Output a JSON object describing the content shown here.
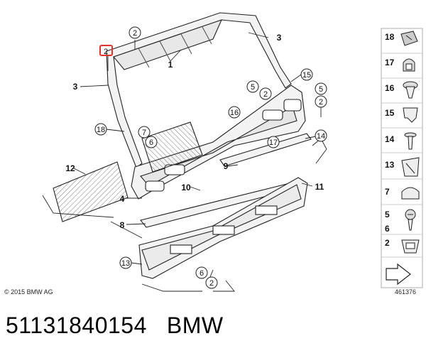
{
  "callouts": {
    "c1": "1",
    "c2a": "2",
    "c2b": "2",
    "c2c": "2",
    "c2d": "2",
    "c2e": "2",
    "c3a": "3",
    "c3b": "3",
    "c4": "4",
    "c5a": "5",
    "c5b": "5",
    "c6a": "6",
    "c6b": "6",
    "c7": "7",
    "c8": "8",
    "c9": "9",
    "c10": "10",
    "c11": "11",
    "c12": "12",
    "c13": "13",
    "c14": "14",
    "c15": "15",
    "c16": "16",
    "c17": "17",
    "c18": "18"
  },
  "legend": [
    {
      "number": "18",
      "part": "clip-nut"
    },
    {
      "number": "17",
      "part": "trim-clip"
    },
    {
      "number": "16",
      "part": "expanding-rivet"
    },
    {
      "number": "15",
      "part": "retainer-clip"
    },
    {
      "number": "14",
      "part": "push-pin"
    },
    {
      "number": "13",
      "part": "spring-clip"
    },
    {
      "number": "7",
      "part": "cap"
    },
    {
      "number": "5",
      "number2": "6",
      "part": "screw"
    },
    {
      "number": "2",
      "part": "grommet"
    }
  ],
  "copyright": "© 2015 BMW AG",
  "image_id": "461376",
  "footer": {
    "part_number": "51131840154",
    "brand": "BMW"
  },
  "colors": {
    "line": "#222222",
    "highlight": "#e0312b",
    "panel_fill": "#f3f3f3",
    "grid_fill": "#e8e8e8"
  }
}
